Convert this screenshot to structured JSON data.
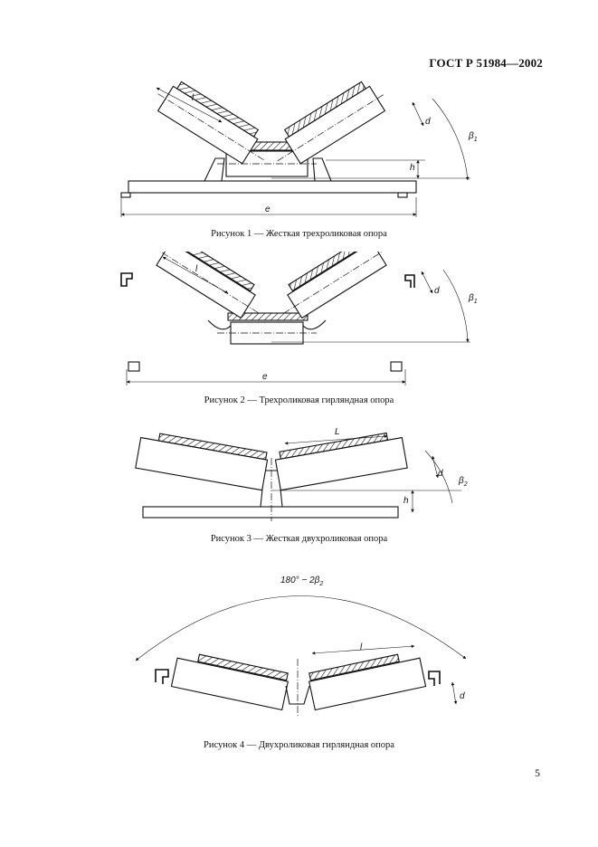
{
  "header": {
    "standard": "ГОСТ Р 51984—2002"
  },
  "figures": [
    {
      "caption": "Рисунок 1 — Жесткая трехроликовая опора",
      "labels": {
        "l": "l",
        "d": "d",
        "beta": "β",
        "beta_sub": "1",
        "h": "h",
        "e": "e"
      }
    },
    {
      "caption": "Рисунок 2 — Трехроликовая гирляндная опора",
      "labels": {
        "l": "l",
        "d": "d",
        "beta": "β",
        "beta_sub": "1",
        "e": "e"
      }
    },
    {
      "caption": "Рисунок 3 — Жесткая двухроликовая опора",
      "labels": {
        "l": "L",
        "d": "d",
        "beta": "β",
        "beta_sub": "2",
        "h": "h"
      }
    },
    {
      "caption": "Рисунок 4 — Двухроликовая гирляндная опора",
      "labels": {
        "l": "l",
        "d": "d",
        "angle": "180° − 2β",
        "angle_sub": "2"
      }
    }
  ],
  "page_number": "5"
}
